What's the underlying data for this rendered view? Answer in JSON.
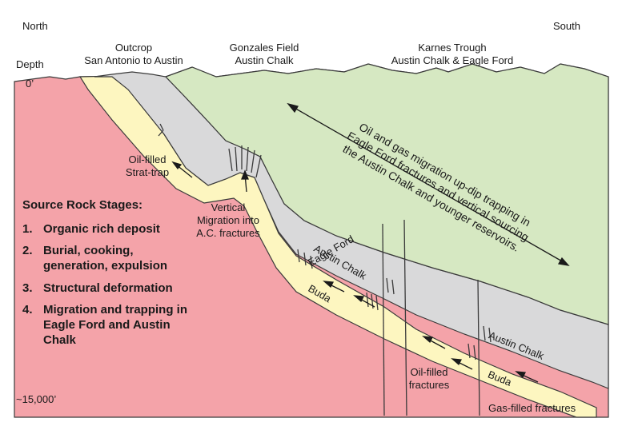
{
  "compass": {
    "north": "North",
    "south": "South"
  },
  "depth": {
    "label": "Depth",
    "top": "0’",
    "bottom": "~15,000’"
  },
  "headers": {
    "outcrop": {
      "line1": "Outcrop",
      "line2": "San Antonio to Austin"
    },
    "gonzales": {
      "line1": "Gonzales Field",
      "line2": "Austin Chalk"
    },
    "karnes": {
      "line1": "Karnes Trough",
      "line2": "Austin Chalk & Eagle Ford"
    }
  },
  "annotations": {
    "strat_trap": {
      "line1": "Oil-filled",
      "line2": "Strat-trap"
    },
    "vertical": {
      "line1": "Vertical",
      "line2": "Migration into",
      "line3": "A.C. fractures"
    },
    "oil_fractures": {
      "line1": "Oil-filled",
      "line2": "fractures"
    },
    "gas_fractures": "Gas-filled fractures",
    "migration": {
      "line1": "Oil and gas migration up-dip trapping in",
      "line2": "Eagle Ford fractures and vertical sourcing",
      "line3": "the Austin Chalk and younger reservoirs."
    }
  },
  "layers": {
    "austin_chalk_1": "Austin Chalk",
    "eagle_ford": "Eagle Ford",
    "buda_1": "Buda",
    "austin_chalk_2": "Austin Chalk",
    "buda_2": "Buda"
  },
  "source_rock": {
    "title": "Source Rock Stages:",
    "stages": [
      {
        "num": "1.",
        "line1": "Organic rich deposit",
        "line2": ""
      },
      {
        "num": "2.",
        "line1": "Burial, cooking,",
        "line2": "generation, expulsion"
      },
      {
        "num": "3.",
        "line1": "Structural deformation",
        "line2": ""
      },
      {
        "num": "4.",
        "line1": "Migration and trapping in",
        "line2": "Eagle Ford and Austin",
        "line3": "Chalk"
      }
    ]
  },
  "colors": {
    "basement": "#f4a3a9",
    "eagle_ford": "#fdf6c0",
    "austin_chalk": "#d9d9da",
    "younger": "#d6e8c2",
    "outline": "#3a3a3a"
  }
}
